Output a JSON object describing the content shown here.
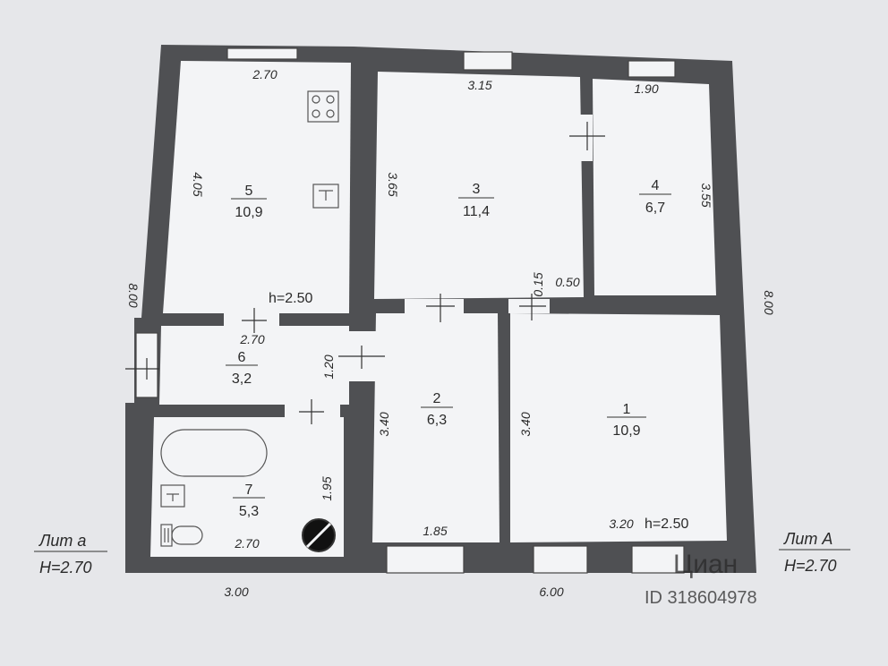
{
  "rooms": [
    {
      "number": "1",
      "area": "10,9"
    },
    {
      "number": "2",
      "area": "6,3"
    },
    {
      "number": "3",
      "area": "11,4"
    },
    {
      "number": "4",
      "area": "6,7"
    },
    {
      "number": "5",
      "area": "10,9"
    },
    {
      "number": "6",
      "area": "3,2"
    },
    {
      "number": "7",
      "area": "5,3"
    }
  ],
  "dimensions": {
    "r5_width": "2.70",
    "r5_height": "4.05",
    "r3_width": "3.15",
    "r3_height": "3.65",
    "r4_width": "1.90",
    "r4_height": "3.55",
    "small_gap": "0.15",
    "small_gap2": "0.50",
    "r6_width": "2.70",
    "r6_height": "1.20",
    "r2_height": "3.40",
    "r2_width": "1.85",
    "r1_height": "3.40",
    "r1_width": "3.20",
    "r7_height": "1.95",
    "r7_width": "2.70",
    "left_total": "8.00",
    "right_total": "8.00",
    "bottom_left": "3.00",
    "bottom_right": "6.00"
  },
  "ceiling_heights": {
    "left_block": "h=2.50",
    "right_block": "h=2.50"
  },
  "liters": {
    "a_name": "Лит а",
    "a_height": "H=2.70",
    "A_name": "Лит А",
    "A_height": "H=2.70"
  },
  "watermark": {
    "brand": "Циан",
    "id": "ID 318604978"
  }
}
